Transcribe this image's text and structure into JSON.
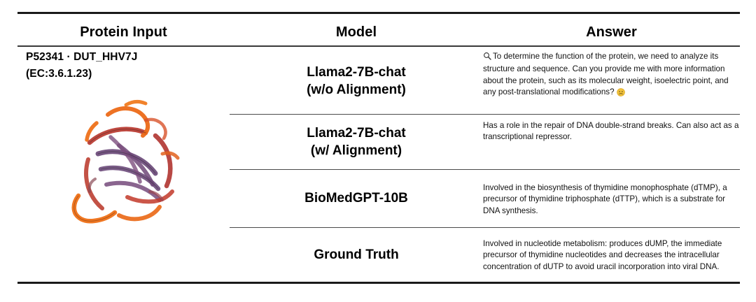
{
  "table": {
    "headers": {
      "protein": "Protein Input",
      "model": "Model",
      "answer": "Answer"
    },
    "protein_input": {
      "accession_line": "P52341 · DUT_HHV7J",
      "ec_line": "(EC:3.6.1.23)",
      "structure_alt": "protein-ribbon-structure"
    },
    "rows": [
      {
        "model_line1": "Llama2-7B-chat",
        "model_line2": "(w/o Alignment)",
        "answer_prefix_icon": "magnifying-glass-icon",
        "answer": "To determine the function of the protein, we need to analyze its structure and sequence. Can you provide me with more information about the protein, such as its molecular weight, isoelectric point, and any post-translational modifications?",
        "answer_suffix_icon": "thinking-face-emoji"
      },
      {
        "model_line1": "Llama2-7B-chat",
        "model_line2": "(w/ Alignment)",
        "answer_prefix_icon": "",
        "answer": "Has a role in the repair of DNA double-strand breaks. Can also act as a transcriptional repressor.",
        "answer_suffix_icon": ""
      },
      {
        "model_line1": "BioMedGPT-10B",
        "model_line2": "",
        "answer_prefix_icon": "",
        "answer": "Involved in the biosynthesis of thymidine monophosphate (dTMP), a precursor of thymidine triphosphate (dTTP), which is a substrate for DNA synthesis.",
        "answer_suffix_icon": ""
      },
      {
        "model_line1": "Ground Truth",
        "model_line2": "",
        "answer_prefix_icon": "",
        "answer": "Involved in nucleotide metabolism: produces dUMP, the immediate precursor of thymidine nucleotides and decreases the intracellular concentration of dUTP to avoid uracil incorporation into viral DNA.",
        "answer_suffix_icon": ""
      }
    ],
    "colors": {
      "rule": "#1a1a1a",
      "rule_inner": "#4a4a4a",
      "text": "#000000",
      "structure_orange": "#e8601c",
      "structure_red": "#c0392b",
      "structure_purple": "#6b4a7a",
      "emoji_yellow": "#f0c040"
    }
  }
}
